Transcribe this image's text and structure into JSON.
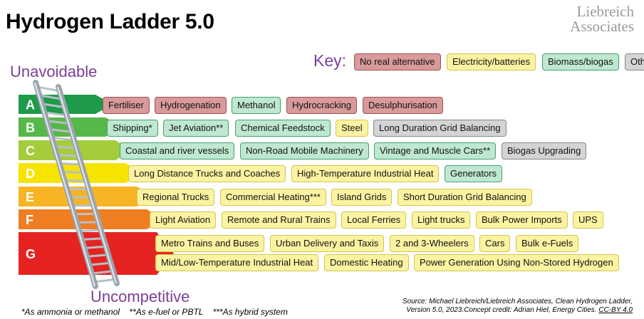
{
  "title": "Hydrogen Ladder 5.0",
  "brand": {
    "line1": "Liebreich",
    "line2": "Associates"
  },
  "key": {
    "label": "Key:",
    "items": [
      {
        "label": "No real alternative",
        "category": "red"
      },
      {
        "label": "Electricity/batteries",
        "category": "yellow"
      },
      {
        "label": "Biomass/biogas",
        "category": "green"
      },
      {
        "label": "Other",
        "category": "grey"
      }
    ]
  },
  "colors": {
    "red": "#d89a9a",
    "yellow": "#fbf3a2",
    "green": "#bfe8d0",
    "grey": "#d4d4d4",
    "accent": "#7b3f98",
    "bands": [
      "#1e9a4a",
      "#55b848",
      "#a3cd3b",
      "#f5e400",
      "#f7b425",
      "#ef7d22",
      "#e52421"
    ]
  },
  "scale": {
    "top": "Unavoidable",
    "bottom": "Uncompetitive"
  },
  "rows": [
    {
      "letter": "A",
      "items": [
        {
          "label": "Fertiliser",
          "category": "red"
        },
        {
          "label": "Hydrogenation",
          "category": "red"
        },
        {
          "label": "Methanol",
          "category": "green"
        },
        {
          "label": "Hydrocracking",
          "category": "red"
        },
        {
          "label": "Desulphurisation",
          "category": "red"
        }
      ]
    },
    {
      "letter": "B",
      "items": [
        {
          "label": "Shipping*",
          "category": "green"
        },
        {
          "label": "Jet Aviation**",
          "category": "green"
        },
        {
          "label": "Chemical Feedstock",
          "category": "green"
        },
        {
          "label": "Steel",
          "category": "yellow"
        },
        {
          "label": "Long Duration Grid Balancing",
          "category": "grey"
        }
      ]
    },
    {
      "letter": "C",
      "items": [
        {
          "label": "Coastal and river vessels",
          "category": "green"
        },
        {
          "label": "Non-Road Mobile Machinery",
          "category": "green"
        },
        {
          "label": "Vintage and Muscle Cars**",
          "category": "green"
        },
        {
          "label": "Biogas Upgrading",
          "category": "grey"
        }
      ]
    },
    {
      "letter": "D",
      "items": [
        {
          "label": "Long Distance Trucks and Coaches",
          "category": "yellow"
        },
        {
          "label": "High-Temperature Industrial Heat",
          "category": "yellow"
        },
        {
          "label": "Generators",
          "category": "green"
        }
      ]
    },
    {
      "letter": "E",
      "items": [
        {
          "label": "Regional Trucks",
          "category": "yellow"
        },
        {
          "label": "Commercial Heating***",
          "category": "yellow"
        },
        {
          "label": "Island Grids",
          "category": "yellow"
        },
        {
          "label": "Short Duration Grid Balancing",
          "category": "yellow"
        }
      ]
    },
    {
      "letter": "F",
      "items": [
        {
          "label": "Light Aviation",
          "category": "yellow"
        },
        {
          "label": "Remote and Rural Trains",
          "category": "yellow"
        },
        {
          "label": "Local Ferries",
          "category": "yellow"
        },
        {
          "label": "Light trucks",
          "category": "yellow"
        },
        {
          "label": "Bulk Power Imports",
          "category": "yellow"
        },
        {
          "label": "UPS",
          "category": "yellow"
        }
      ]
    },
    {
      "letter": "G",
      "items": [
        {
          "label": "Metro Trains and Buses",
          "category": "yellow"
        },
        {
          "label": "Urban Delivery and Taxis",
          "category": "yellow"
        },
        {
          "label": "2 and 3-Wheelers",
          "category": "yellow"
        },
        {
          "label": "Cars",
          "category": "yellow"
        },
        {
          "label": "Bulk e-Fuels",
          "category": "yellow"
        },
        {
          "label": "Mid/Low-Temperature Industrial Heat",
          "category": "yellow"
        },
        {
          "label": "Domestic Heating",
          "category": "yellow"
        },
        {
          "label": "Power Generation Using Non-Stored Hydrogen",
          "category": "yellow"
        }
      ]
    }
  ],
  "footnote": "*As ammonia or methanol    **As e-fuel or PBTL    ***As hybrid system",
  "source": {
    "line1": "Source: Michael Liebreich/Liebreich Associates, Clean Hydrogen Ladder,",
    "line2": "Version 5.0, 2023.Concept credit: Adrian Hiel, Energy Cities.",
    "license": "CC-BY 4.0"
  }
}
